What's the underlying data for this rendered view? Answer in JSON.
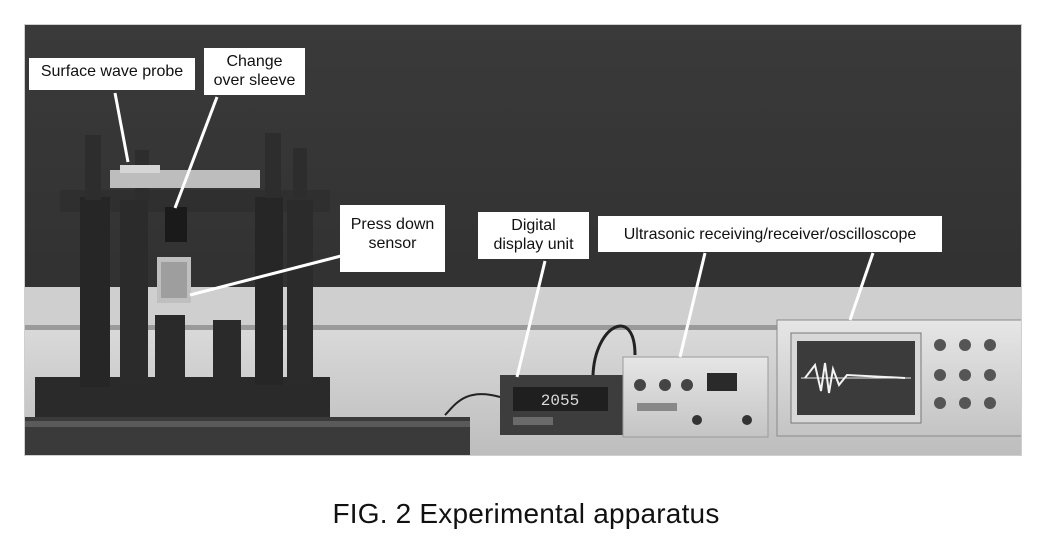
{
  "figure": {
    "caption": "FIG. 2 Experimental apparatus",
    "callouts": {
      "surface_wave_probe": "Surface wave probe",
      "change_over_sleeve": "Change\nover sleeve",
      "press_down_sensor": "Press down\nsensor",
      "digital_display_unit": "Digital\ndisplay unit",
      "ultrasonic_receiver": "Ultrasonic receiving/receiver/oscilloscope"
    },
    "display_reading": "2055"
  }
}
